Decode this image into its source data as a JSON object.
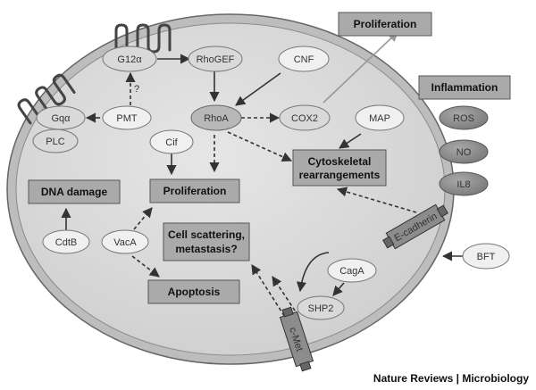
{
  "labels": {
    "g12a": "G12α",
    "rhogef": "RhoGEF",
    "cnf": "CNF",
    "question": "?",
    "gqa": "Gqα",
    "pmt": "PMT",
    "plc": "PLC",
    "rhoa": "RhoA",
    "cox2": "COX2",
    "map": "MAP",
    "cif": "Cif",
    "cdtb": "CdtB",
    "vaca": "VacA",
    "caga": "CagA",
    "shp2": "SHP2",
    "bft": "BFT",
    "ros": "ROS",
    "no": "NO",
    "il8": "IL8",
    "ecadherin": "E-cadherin",
    "cmet": "c-Met"
  },
  "boxes": {
    "proliferation_top": "Proliferation",
    "inflammation": "Inflammation",
    "dna_damage": "DNA damage",
    "proliferation_mid": "Proliferation",
    "cytoskeletal": [
      "Cytoskeletal",
      "rearrangements"
    ],
    "cell_scattering": [
      "Cell scattering,",
      "metastasis?"
    ],
    "apoptosis": "Apoptosis"
  },
  "footer": "Nature Reviews | Microbiology"
}
